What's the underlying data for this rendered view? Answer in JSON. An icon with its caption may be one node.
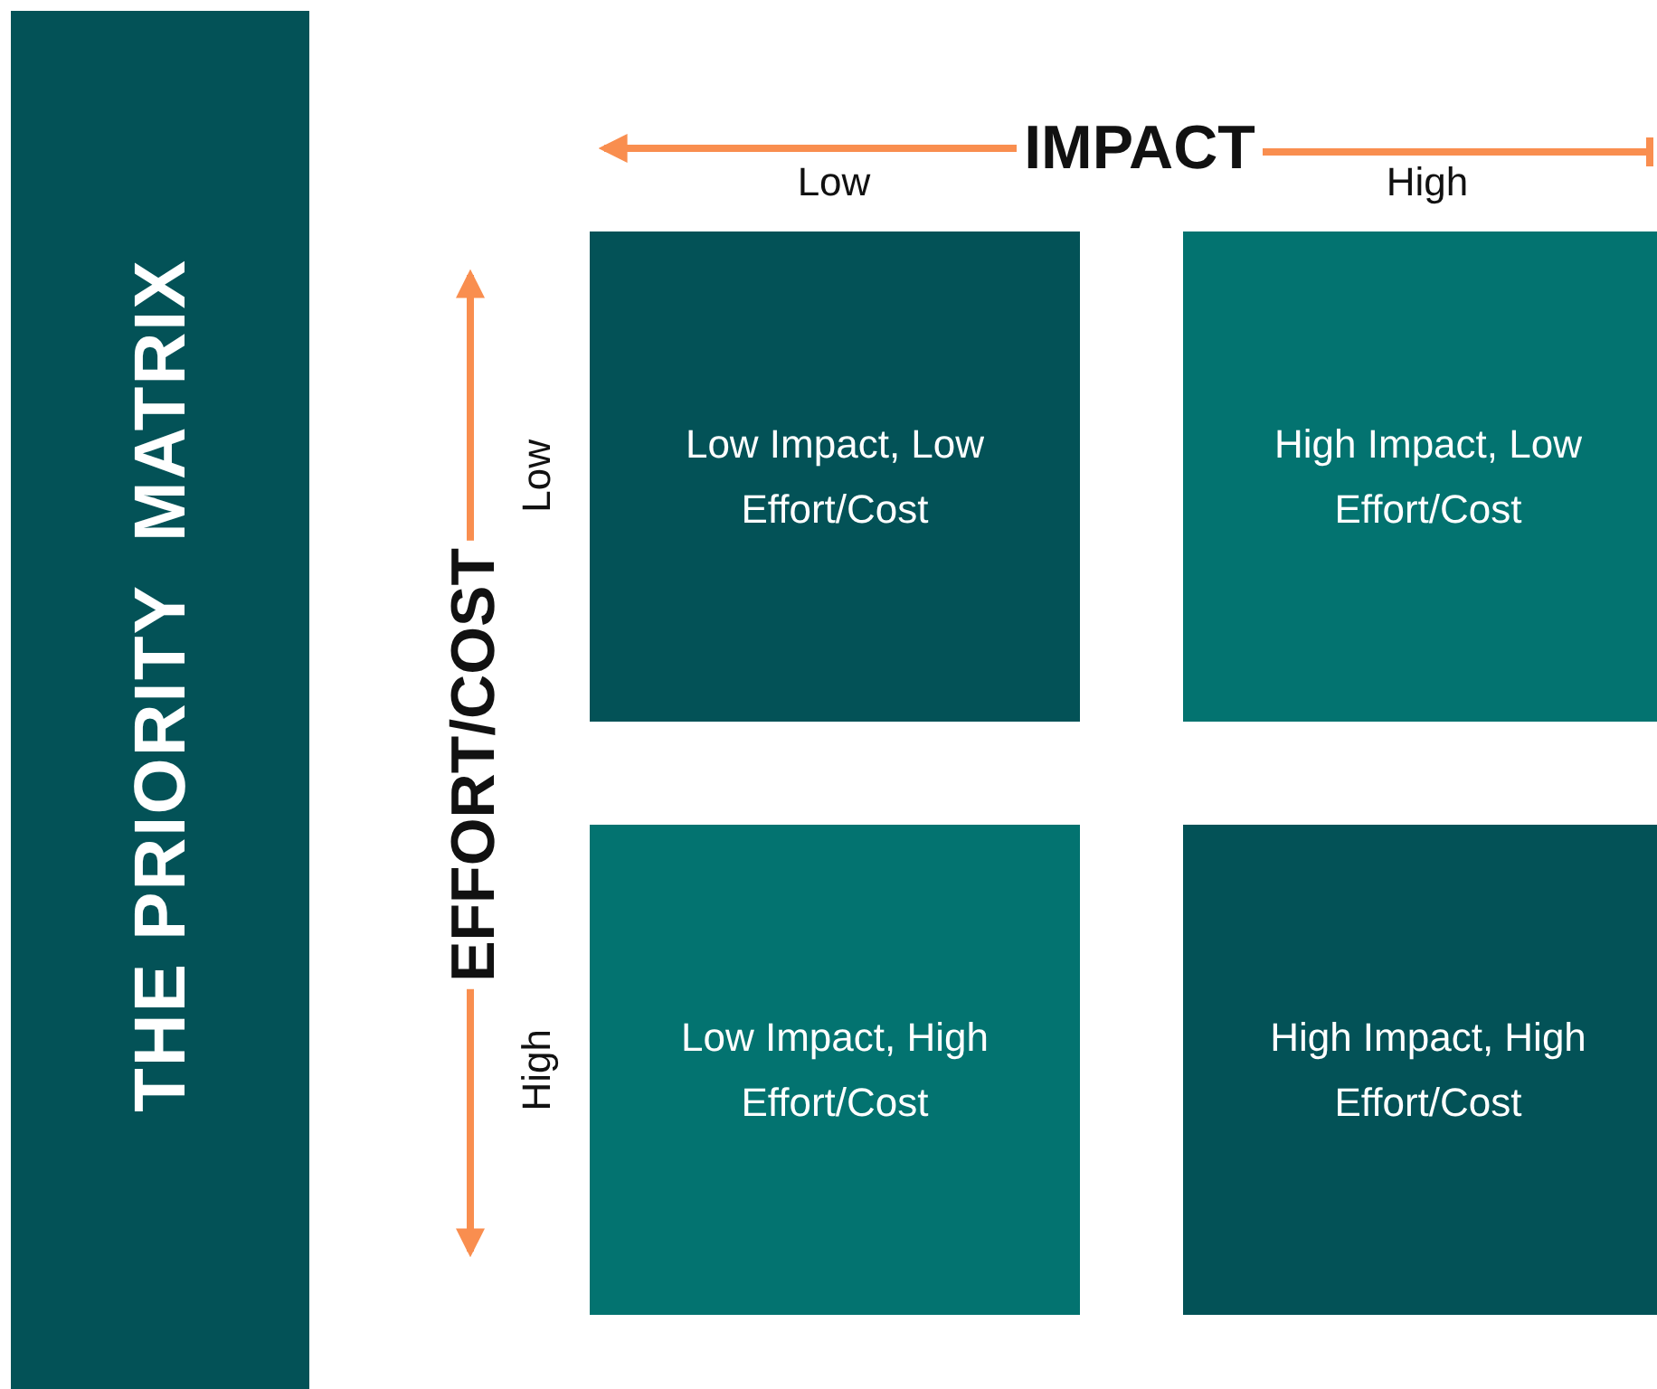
{
  "diagram": {
    "title": "THE PRIORITY  MATRIX",
    "nodes": [
      {
        "text": [
          "Low Impact, Low Effort/Cost"
        ]
      },
      {
        "text": [
          "High Impact, Low Effort/Cost"
        ]
      },
      {
        "text": [
          "Low Impact, High Effort/Cost"
        ]
      },
      {
        "text": [
          "High Impact, High Effort/Cost"
        ]
      }
    ],
    "labels": [
      "IMPACT",
      "Low",
      "High",
      "EFFORT/COST",
      "Low",
      "High"
    ]
  }
}
